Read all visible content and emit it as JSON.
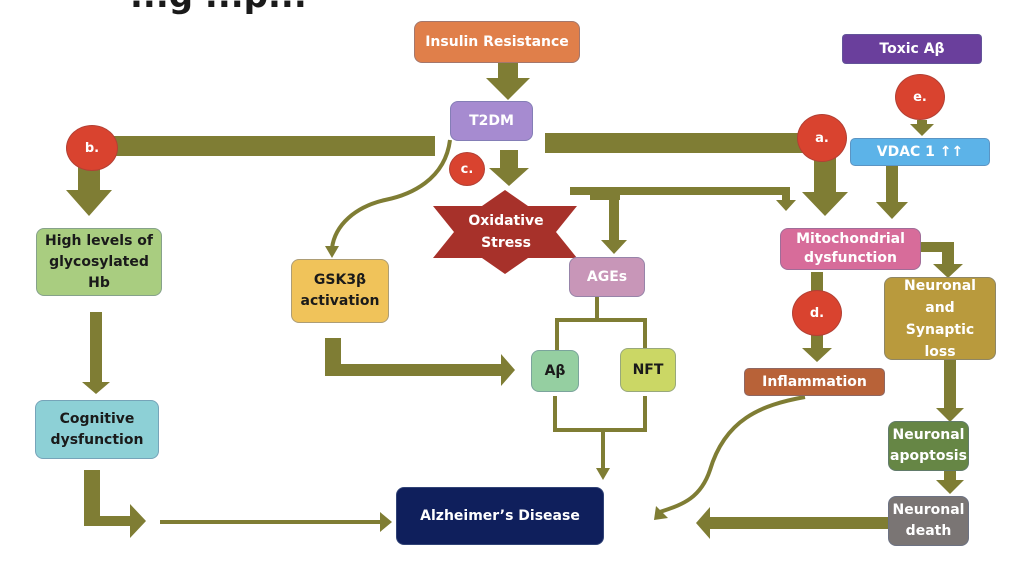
{
  "title_fragment": "...g ...p...",
  "colors": {
    "arrow": "#7f7d34",
    "badge": "#d9432f",
    "insulin_resistance": "#e07f4a",
    "t2dm": "#a68bd0",
    "toxic_abeta": "#6a3f9c",
    "vdac1": "#5cb3e8",
    "oxidative_stress": "#a7312a",
    "high_glyco_hb": "#a9cd80",
    "gsk3b": "#f0c35a",
    "ages": "#c896b8",
    "abeta": "#95cfa1",
    "nft": "#cbd765",
    "mito": "#d76c9a",
    "neuronal_synaptic_loss": "#b99a3d",
    "inflammation": "#b86238",
    "cognitive": "#8dd0d6",
    "neuronal_apoptosis": "#668645",
    "neuronal_death": "#7a7574",
    "alzheimers": "#0f1f5c"
  },
  "nodes": {
    "insulin_resistance": "Insulin Resistance",
    "t2dm": "T2DM",
    "toxic_abeta": "Toxic Aβ",
    "vdac1": "VDAC 1 ↑↑",
    "oxidative_stress": "Oxidative\nStress",
    "high_glyco_hb": "High levels of\nglycosylated\nHb",
    "gsk3b": "GSK3β\nactivation",
    "ages": "AGEs",
    "abeta": "Aβ",
    "nft": "NFT",
    "mito": "Mitochondrial\ndysfunction",
    "neuronal_synaptic_loss": "Neuronal\nand\nSynaptic\nloss",
    "inflammation": "Inflammation",
    "cognitive": "Cognitive\ndysfunction",
    "neuronal_apoptosis": "Neuronal\napoptosis",
    "neuronal_death": "Neuronal\ndeath",
    "alzheimers": "Alzheimer’s Disease"
  },
  "badges": {
    "a": "a.",
    "b": "b.",
    "c": "c.",
    "d": "d.",
    "e": "e."
  }
}
